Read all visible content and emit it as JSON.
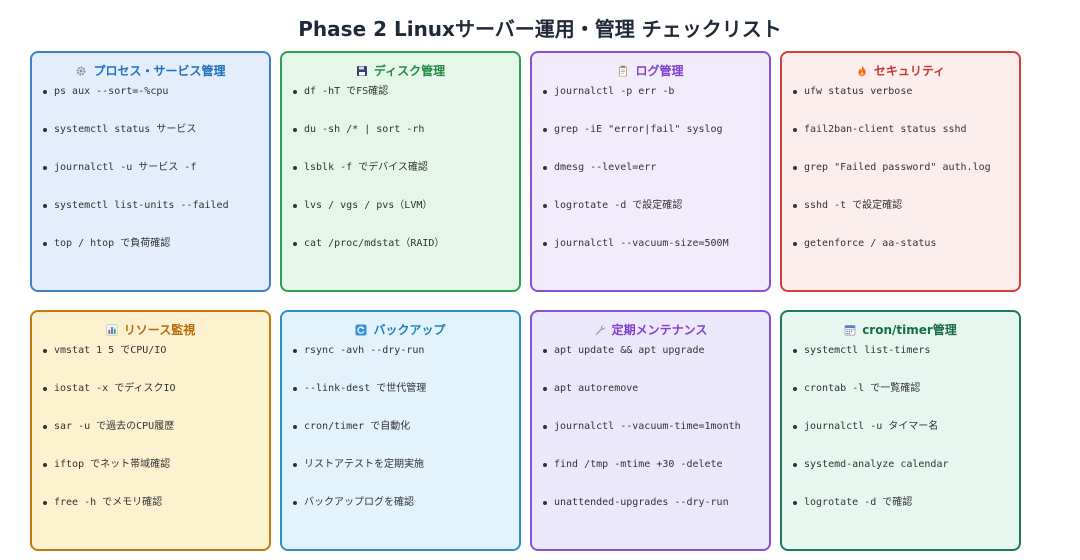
{
  "page_title": "Phase 2 Linuxサーバー運用・管理 チェックリスト",
  "cards": [
    {
      "title": "プロセス・サービス管理",
      "icon": "gear-icon",
      "border": "#3b82c8",
      "bg": "#e3edfc",
      "title_color": "#1f6fbf",
      "items": [
        "ps aux --sort=-%cpu",
        "systemctl status サービス",
        "journalctl -u サービス -f",
        "systemctl list-units --failed",
        "top / htop で負荷確認"
      ]
    },
    {
      "title": "ディスク管理",
      "icon": "floppy-disk-icon",
      "border": "#2e9e52",
      "bg": "#e4f7e9",
      "title_color": "#228b45",
      "items": [
        "df -hT でFS確認",
        "du -sh /* | sort -rh",
        "lsblk -f でデバイス確認",
        "lvs / vgs / pvs（LVM）",
        "cat /proc/mdstat（RAID）"
      ]
    },
    {
      "title": "ログ管理",
      "icon": "clipboard-icon",
      "border": "#8a4fd6",
      "bg": "#f1ebfb",
      "title_color": "#7e3fcf",
      "items": [
        "journalctl -p err -b",
        "grep -iE \"error|fail\" syslog",
        "dmesg --level=err",
        "logrotate -d で設定確認",
        "journalctl --vacuum-size=500M"
      ]
    },
    {
      "title": "セキュリティ",
      "icon": "fire-icon",
      "border": "#d23f3f",
      "bg": "#fdeeee",
      "title_color": "#cc3333",
      "items": [
        "ufw status verbose",
        "fail2ban-client status sshd",
        "grep \"Failed password\" auth.log",
        "sshd -t で設定確認",
        "getenforce / aa-status"
      ]
    },
    {
      "title": "リソース監視",
      "icon": "bar-chart-icon",
      "border": "#c8780e",
      "bg": "#fdf2cf",
      "title_color": "#b86a0a",
      "items": [
        "vmstat 1 5 でCPU/IO",
        "iostat -x でディスクIO",
        "sar -u で過去のCPU履歴",
        "iftop でネット帯域確認",
        "free -h でメモリ確認"
      ]
    },
    {
      "title": "バックアップ",
      "icon": "refresh-icon",
      "border": "#2e8fc4",
      "bg": "#e2f3fb",
      "title_color": "#1f7fb6",
      "items": [
        "rsync -avh --dry-run",
        "--link-dest で世代管理",
        "cron/timer で自動化",
        "リストアテストを定期実施",
        "バックアップログを確認"
      ]
    },
    {
      "title": "定期メンテナンス",
      "icon": "wrench-icon",
      "border": "#8a4fd6",
      "bg": "#ece8fb",
      "title_color": "#7e3fcf",
      "items": [
        "apt update && apt upgrade",
        "apt autoremove",
        "journalctl --vacuum-time=1month",
        "find /tmp -mtime +30 -delete",
        "unattended-upgrades --dry-run"
      ]
    },
    {
      "title": "cron/timer管理",
      "icon": "calendar-icon",
      "border": "#1f7a57",
      "bg": "#e6f7ef",
      "title_color": "#176b4b",
      "items": [
        "systemctl list-timers",
        "crontab -l で一覧確認",
        "journalctl -u タイマー名",
        "systemd-analyze calendar",
        "logrotate -d で確認"
      ]
    }
  ]
}
